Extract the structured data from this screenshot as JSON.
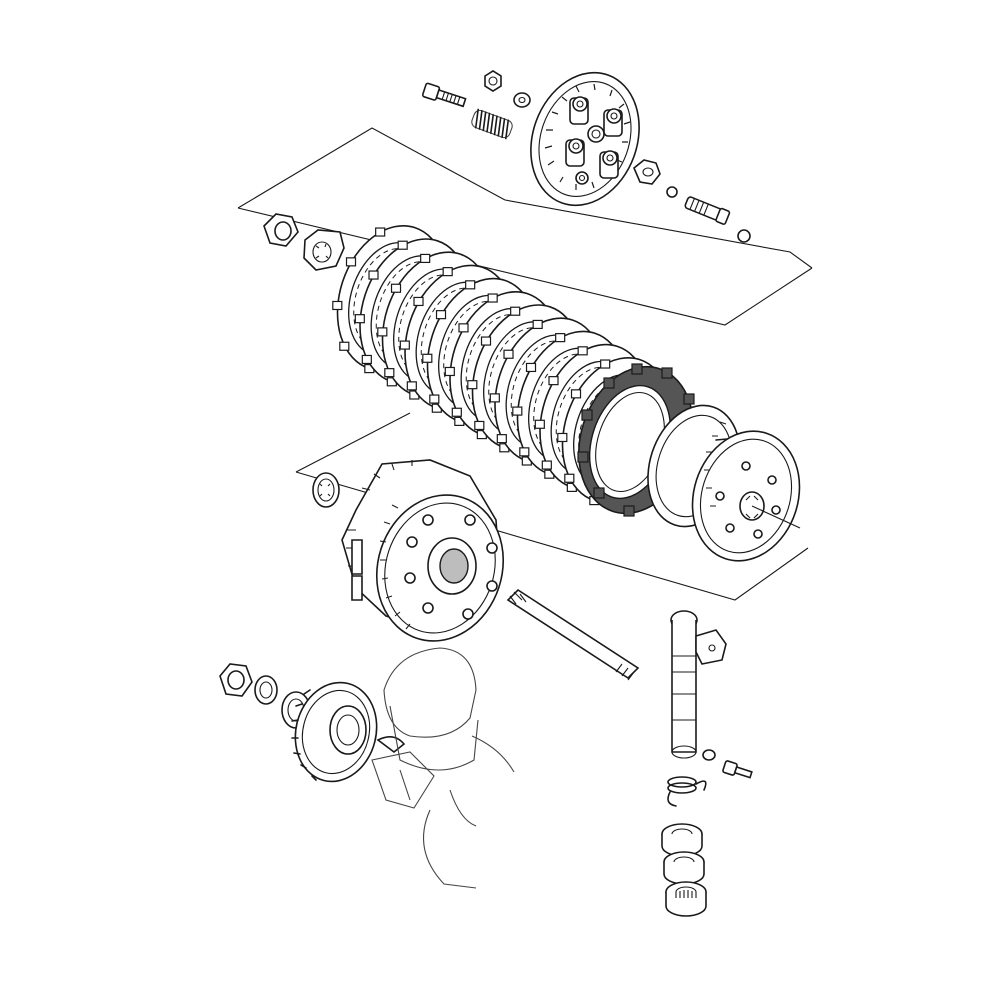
{
  "figure": {
    "type": "exploded-parts-diagram",
    "parts": [
      "bolt",
      "nut",
      "washer",
      "clutch-spring",
      "pressure-plate",
      "release-bearing-nut",
      "o-ring",
      "clutch-pushrod",
      "ball",
      "hub-nut",
      "lock-washer",
      "clutch-plates",
      "friction-disc",
      "clutch-hub",
      "thrust-washer",
      "clutch-basket",
      "primary-gear-nut",
      "primary-gear-washer",
      "primary-drive-gear",
      "woodruff-key",
      "crankshaft",
      "clutch-push-shaft",
      "release-lever-shaft",
      "release-lever-spring",
      "oil-seal",
      "needle-bearing",
      "lever-screw"
    ],
    "colors": {
      "line": "#1a1a1a",
      "fill": "#ffffff",
      "friction": "#555555",
      "shade": "#bdbdbd"
    }
  }
}
